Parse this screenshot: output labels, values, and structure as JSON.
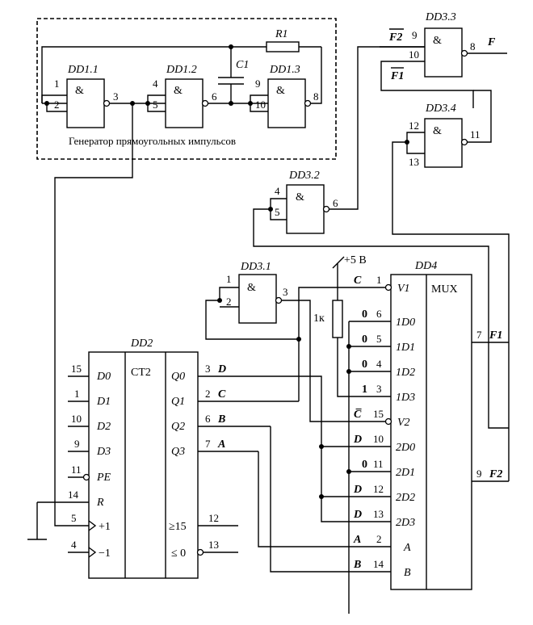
{
  "generator": {
    "caption": "Генератор прямоугольных импульсов"
  },
  "labels": {
    "dd1_1": "DD1.1",
    "dd1_2": "DD1.2",
    "dd1_3": "DD1.3",
    "dd2": "DD2",
    "dd3_1": "DD3.1",
    "dd3_2": "DD3.2",
    "dd3_3": "DD3.3",
    "dd3_4": "DD3.4",
    "dd4": "DD4",
    "r1": "R1",
    "c1": "C1",
    "r1k": "1к",
    "vcc": "+5 В",
    "and_sym": "&",
    "ct2": "CT2",
    "mux": "MUX",
    "ge15": "≥15",
    "le0": "≤ 0"
  },
  "dd2": {
    "inputs": [
      {
        "pin": "15",
        "name": "D0"
      },
      {
        "pin": "1",
        "name": "D1"
      },
      {
        "pin": "10",
        "name": "D2"
      },
      {
        "pin": "9",
        "name": "D3"
      },
      {
        "pin": "11",
        "name": "PE"
      },
      {
        "pin": "14",
        "name": "R"
      },
      {
        "pin": "5",
        "name": "+1"
      },
      {
        "pin": "4",
        "name": "−1"
      }
    ],
    "outputs": [
      {
        "pin": "3",
        "name": "Q0",
        "signal": "D"
      },
      {
        "pin": "2",
        "name": "Q1",
        "signal": "C"
      },
      {
        "pin": "6",
        "name": "Q2",
        "signal": "B"
      },
      {
        "pin": "7",
        "name": "Q3",
        "signal": "A"
      }
    ],
    "carry": [
      {
        "pin": "12",
        "name": "≥15"
      },
      {
        "pin": "13",
        "name": "≤ 0"
      }
    ]
  },
  "dd4": {
    "inputs": [
      {
        "pin": "1",
        "name": "V1",
        "signal": "C"
      },
      {
        "pin": "6",
        "name": "1D0",
        "signal": "0"
      },
      {
        "pin": "5",
        "name": "1D1",
        "signal": "0"
      },
      {
        "pin": "4",
        "name": "1D2",
        "signal": "0"
      },
      {
        "pin": "3",
        "name": "1D3",
        "signal": "1"
      },
      {
        "pin": "15",
        "name": "V2",
        "signal": "C̅"
      },
      {
        "pin": "10",
        "name": "2D0",
        "signal": "D"
      },
      {
        "pin": "11",
        "name": "2D1",
        "signal": "0"
      },
      {
        "pin": "12",
        "name": "2D2",
        "signal": "D"
      },
      {
        "pin": "13",
        "name": "2D3",
        "signal": "D"
      },
      {
        "pin": "2",
        "name": "A",
        "signal": "A"
      },
      {
        "pin": "14",
        "name": "B",
        "signal": "B"
      }
    ],
    "outputs": [
      {
        "pin": "7",
        "name": "F1"
      },
      {
        "pin": "9",
        "name": "F2"
      }
    ]
  },
  "gates": {
    "dd1_1": {
      "in": [
        "1",
        "2"
      ],
      "out": "3"
    },
    "dd1_2": {
      "in": [
        "4",
        "5"
      ],
      "out": "6"
    },
    "dd1_3": {
      "in": [
        "9",
        "10"
      ],
      "out": "8"
    },
    "dd3_1": {
      "in": [
        "1",
        "2"
      ],
      "out": "3"
    },
    "dd3_2": {
      "in": [
        "4",
        "5"
      ],
      "out": "6"
    },
    "dd3_3": {
      "in": [
        "9",
        "10"
      ],
      "out": "8",
      "in_signals": [
        "F2",
        "F1"
      ],
      "out_signal": "F"
    },
    "dd3_4": {
      "in": [
        "12",
        "13"
      ],
      "out": "11"
    }
  }
}
